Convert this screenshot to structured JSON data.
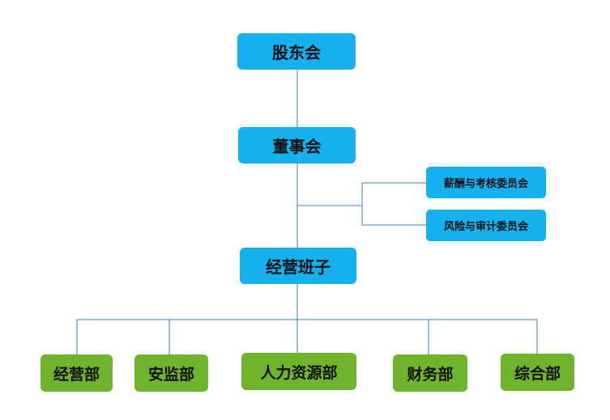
{
  "nodes": {
    "shareholders": "股东会",
    "board": "董事会",
    "management": "经营班子",
    "compensation_committee": "薪酬与考核委员会",
    "risk_audit_committee": "风险与审计委员会"
  },
  "departments": [
    "经营部",
    "安监部",
    "人力资源部",
    "财务部",
    "综合部"
  ],
  "colors": {
    "top_node_fill": "#14b0ef",
    "department_fill": "#70b32c",
    "connector": "#3f78b4",
    "text": "#111111"
  }
}
